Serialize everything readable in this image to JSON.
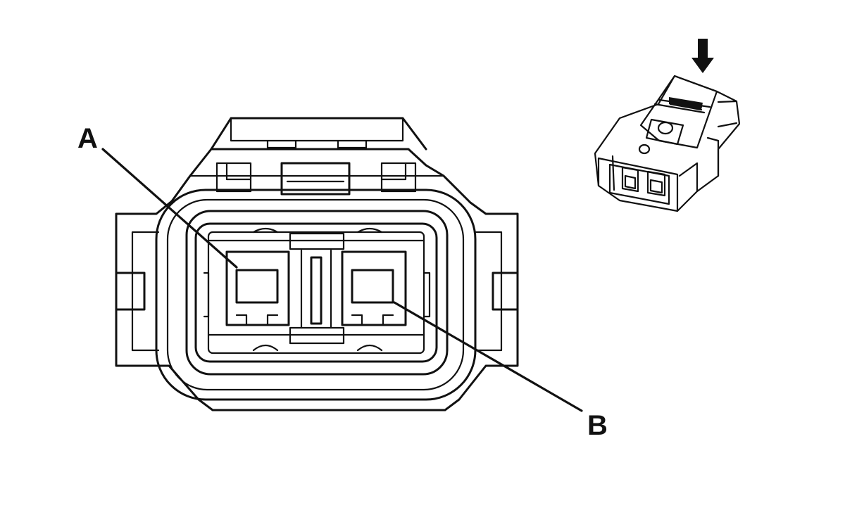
{
  "diagram": {
    "callouts": [
      {
        "id": "A",
        "label": "A"
      },
      {
        "id": "B",
        "label": "B"
      }
    ],
    "line_color": "#111111",
    "background": "#ffffff",
    "icons": {
      "view_direction": "down-arrow-icon"
    }
  }
}
